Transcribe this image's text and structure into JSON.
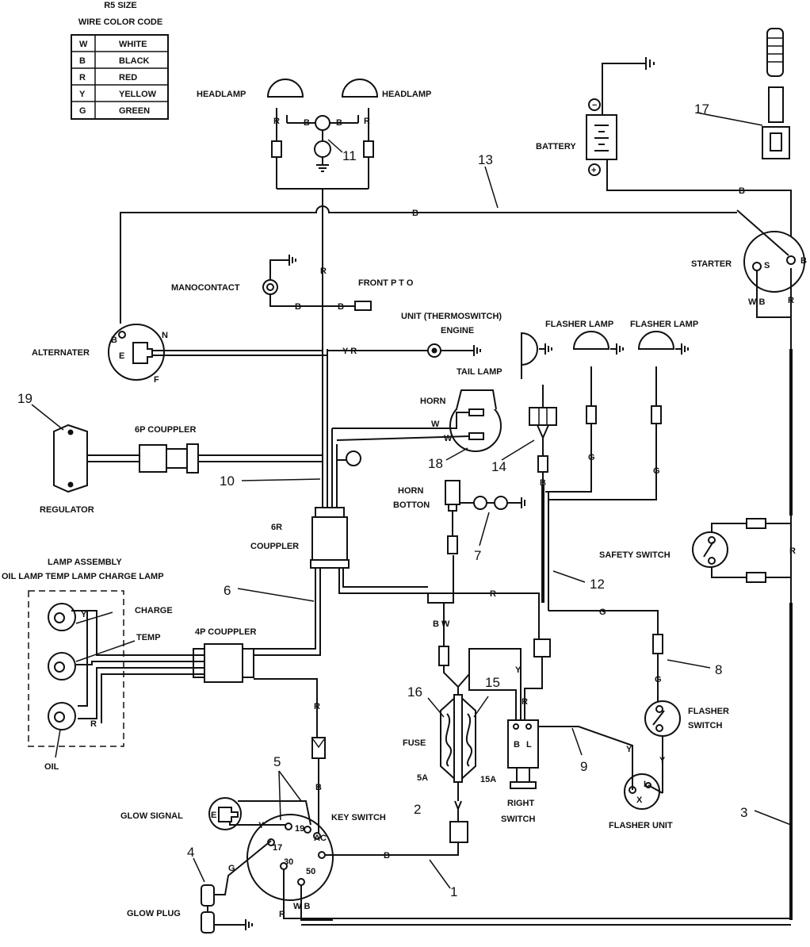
{
  "legend": {
    "title1": "R5 SIZE",
    "title2": "WIRE COLOR CODE",
    "rows": [
      {
        "code": "W",
        "color": "WHITE"
      },
      {
        "code": "B",
        "color": "BLACK"
      },
      {
        "code": "R",
        "color": "RED"
      },
      {
        "code": "Y",
        "color": "YELLOW"
      },
      {
        "code": "G",
        "color": "GREEN"
      }
    ]
  },
  "components": {
    "headlamp_left": "HEADLAMP",
    "headlamp_right": "HEADLAMP",
    "battery": "BATTERY",
    "battery_plus": "+",
    "battery_minus": "−",
    "starter": "STARTER",
    "starter_s": "S",
    "starter_b": "B",
    "manocontact": "MANOCONTACT",
    "front_pto": "FRONT P T O",
    "alternater": "ALTERNATER",
    "alt_b": "B",
    "alt_n": "N",
    "alt_e": "E",
    "alt_f": "F",
    "unit_line1": "UNIT (THERMOSWITCH)",
    "unit_line2": "ENGINE",
    "tail_lamp": "TAIL LAMP",
    "flasher_lamp_1": "FLASHER LAMP",
    "flasher_lamp_2": "FLASHER LAMP",
    "horn": "HORN",
    "regulator": "REGULATOR",
    "coupler_6p": "6P COUPPLER",
    "coupler_6r_1": "6R",
    "coupler_6r_2": "COUPPLER",
    "horn_button_1": "HORN",
    "horn_button_2": "BOTTON",
    "safety_switch": "SAFETY SWITCH",
    "lamp_assembly": "LAMP ASSEMBLY",
    "lamp_assembly_sub": "OIL LAMP TEMP LAMP CHARGE LAMP",
    "charge": "CHARGE",
    "temp": "TEMP",
    "oil": "OIL",
    "coupler_4p": "4P COUPPLER",
    "fuse": "FUSE",
    "fuse_5a": "5A",
    "fuse_15a": "15A",
    "right_switch_1": "RIGHT",
    "right_switch_2": "SWITCH",
    "flasher_switch_1": "FLASHER",
    "flasher_switch_2": "SWITCH",
    "flasher_unit": "FLASHER UNIT",
    "glow_signal": "GLOW SIGNAL",
    "key_switch": "KEY SWITCH",
    "glow_plug": "GLOW PLUG",
    "glow_sig_e": "E",
    "ks_19": "19",
    "ks_17": "17",
    "ks_30": "30",
    "ks_50": "50",
    "ks_ac": "AC",
    "rs_b": "B",
    "rs_l": "L",
    "fu_x": "X",
    "fu_l": "L"
  },
  "wire_labels": {
    "B": "B",
    "R": "R",
    "Y": "Y",
    "G": "G",
    "W": "W",
    "BW": "B W",
    "WB": "W B",
    "YR": "Y R"
  },
  "callouts": [
    "1",
    "2",
    "3",
    "4",
    "5",
    "6",
    "7",
    "8",
    "9",
    "10",
    "11",
    "12",
    "13",
    "14",
    "15",
    "16",
    "17",
    "18",
    "19"
  ]
}
